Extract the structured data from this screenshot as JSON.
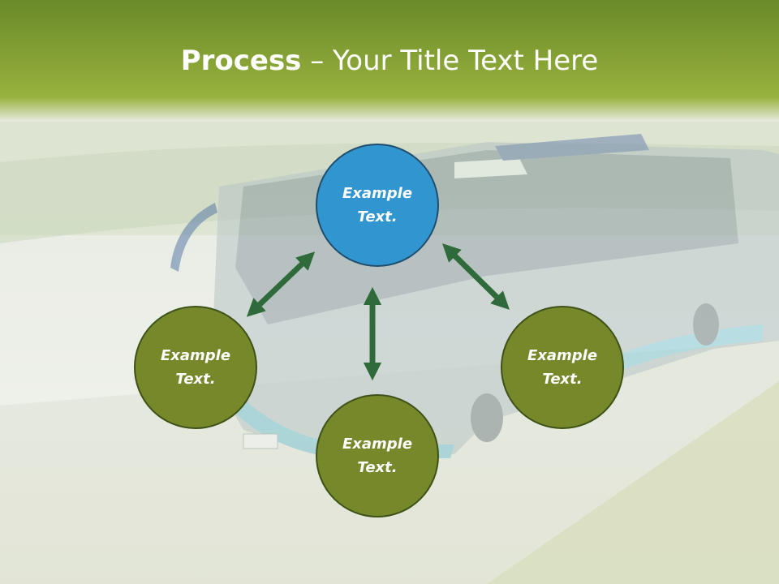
{
  "title": {
    "bold": "Process",
    "rest": " – Your Title Text Here"
  },
  "nodes": {
    "top": {
      "line1": "Example",
      "line2": "Text.",
      "color": "#3196cf"
    },
    "left": {
      "line1": "Example",
      "line2": "Text.",
      "color": "#76882a"
    },
    "right": {
      "line1": "Example",
      "line2": "Text.",
      "color": "#76882a"
    },
    "bottom": {
      "line1": "Example",
      "line2": "Text.",
      "color": "#76882a"
    }
  },
  "arrow_color": "#2f6b3a",
  "background_image": "bus-photo"
}
